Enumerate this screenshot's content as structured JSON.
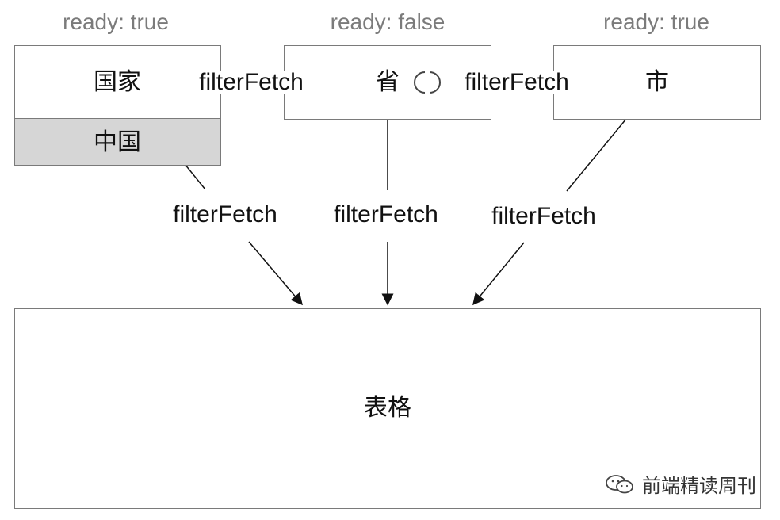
{
  "nodes": {
    "country": {
      "label": "国家",
      "ready": "ready: true",
      "selected_value": "中国"
    },
    "province": {
      "label": "省",
      "ready": "ready: false",
      "status_icon": "loading-spinner-icon"
    },
    "city": {
      "label": "市",
      "ready": "ready: true"
    },
    "table": {
      "label": "表格"
    }
  },
  "edges": {
    "country_to_province": "filterFetch",
    "province_to_city": "filterFetch",
    "country_to_table": "filterFetch",
    "province_to_table": "filterFetch",
    "city_to_table": "filterFetch"
  },
  "watermark": {
    "icon": "wechat-icon",
    "text": "前端精读周刊"
  },
  "colors": {
    "border": "#7a7a7a",
    "selected_fill": "#d6d6d6",
    "ready_text": "#7b7b7b",
    "line": "#111111"
  }
}
